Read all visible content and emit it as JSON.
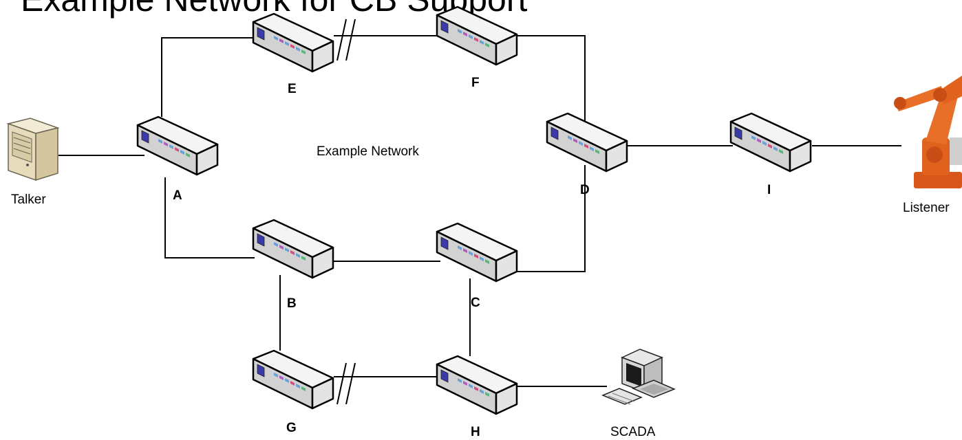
{
  "title": "Example Network for CB Support",
  "center_label": "Example Network",
  "switches": [
    {
      "id": "A",
      "label": "A"
    },
    {
      "id": "B",
      "label": "B"
    },
    {
      "id": "C",
      "label": "C"
    },
    {
      "id": "D",
      "label": "D"
    },
    {
      "id": "E",
      "label": "E"
    },
    {
      "id": "F",
      "label": "F"
    },
    {
      "id": "G",
      "label": "G"
    },
    {
      "id": "H",
      "label": "H"
    },
    {
      "id": "I",
      "label": "I"
    }
  ],
  "endpoints": {
    "talker": {
      "label": "Talker",
      "icon": "server-tower-icon"
    },
    "listener": {
      "label": "Listener",
      "icon": "industrial-robot-arm-icon"
    },
    "scada": {
      "label": "SCADA",
      "icon": "desktop-computer-icon"
    }
  },
  "links": [
    [
      "talker",
      "A"
    ],
    [
      "A",
      "E"
    ],
    [
      "E",
      "F"
    ],
    [
      "F",
      "D"
    ],
    [
      "A",
      "B"
    ],
    [
      "B",
      "C"
    ],
    [
      "C",
      "D"
    ],
    [
      "D",
      "I"
    ],
    [
      "I",
      "listener"
    ],
    [
      "B",
      "G"
    ],
    [
      "G",
      "H"
    ],
    [
      "C",
      "H"
    ],
    [
      "H",
      "scada"
    ]
  ],
  "broken_links": [
    [
      "E",
      "F"
    ],
    [
      "G",
      "H"
    ]
  ],
  "colors": {
    "switch_top": "#f4f4f4",
    "switch_front": "#d2d2d2",
    "switch_side": "#e4e4e4",
    "switch_outline": "#000000",
    "port_panel": "#3a3aa8",
    "robot": "#e0621c"
  }
}
